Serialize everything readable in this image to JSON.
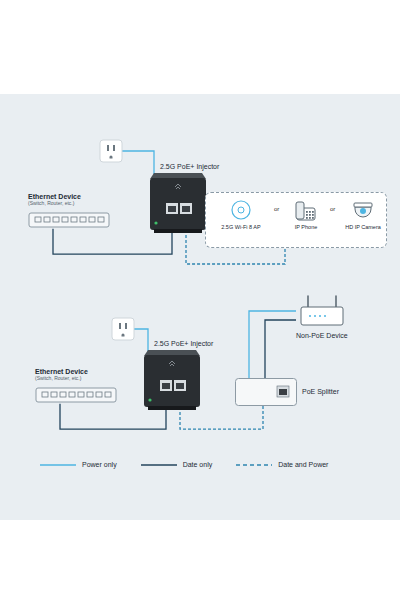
{
  "diagram": {
    "nodes": [
      {
        "text": [
          "Ethernet Device",
          "(Switch, Router, etc.)"
        ]
      },
      {
        "text": [
          "2.5G PoE+ Injector"
        ]
      },
      {
        "text": [
          "or",
          "or"
        ]
      },
      {
        "text": [
          "2.5G Wi-Fi 8 AP"
        ],
        "in": 2
      },
      {
        "text": [
          "IP Phone"
        ],
        "in": 2
      },
      {
        "text": [
          "HD IP Camera"
        ],
        "in": 2
      },
      {
        "text": [
          "Ethernet Device",
          "(Switch, Router, etc.)"
        ]
      },
      {
        "text": [
          "2.5G PoE+ Injector"
        ]
      },
      {
        "text": [
          "PoE Splitter"
        ]
      },
      {
        "text": [
          "Non-PoE Device"
        ]
      }
    ],
    "edges": [
      {
        "from": 0,
        "to": 1,
        "arrow": "none"
      },
      {
        "from": 1,
        "to": 2,
        "arrow": "none"
      },
      {
        "from": 6,
        "to": 7,
        "arrow": "none"
      },
      {
        "from": 7,
        "to": 8,
        "arrow": "none"
      },
      {
        "from": 8,
        "to": 9,
        "arrow": "none"
      },
      {
        "from": 8,
        "to": 9,
        "arrow": "none"
      }
    ],
    "legend": [
      {
        "text": "Power only"
      },
      {
        "text": "Date only"
      },
      {
        "text": "Date and Power"
      }
    ]
  }
}
